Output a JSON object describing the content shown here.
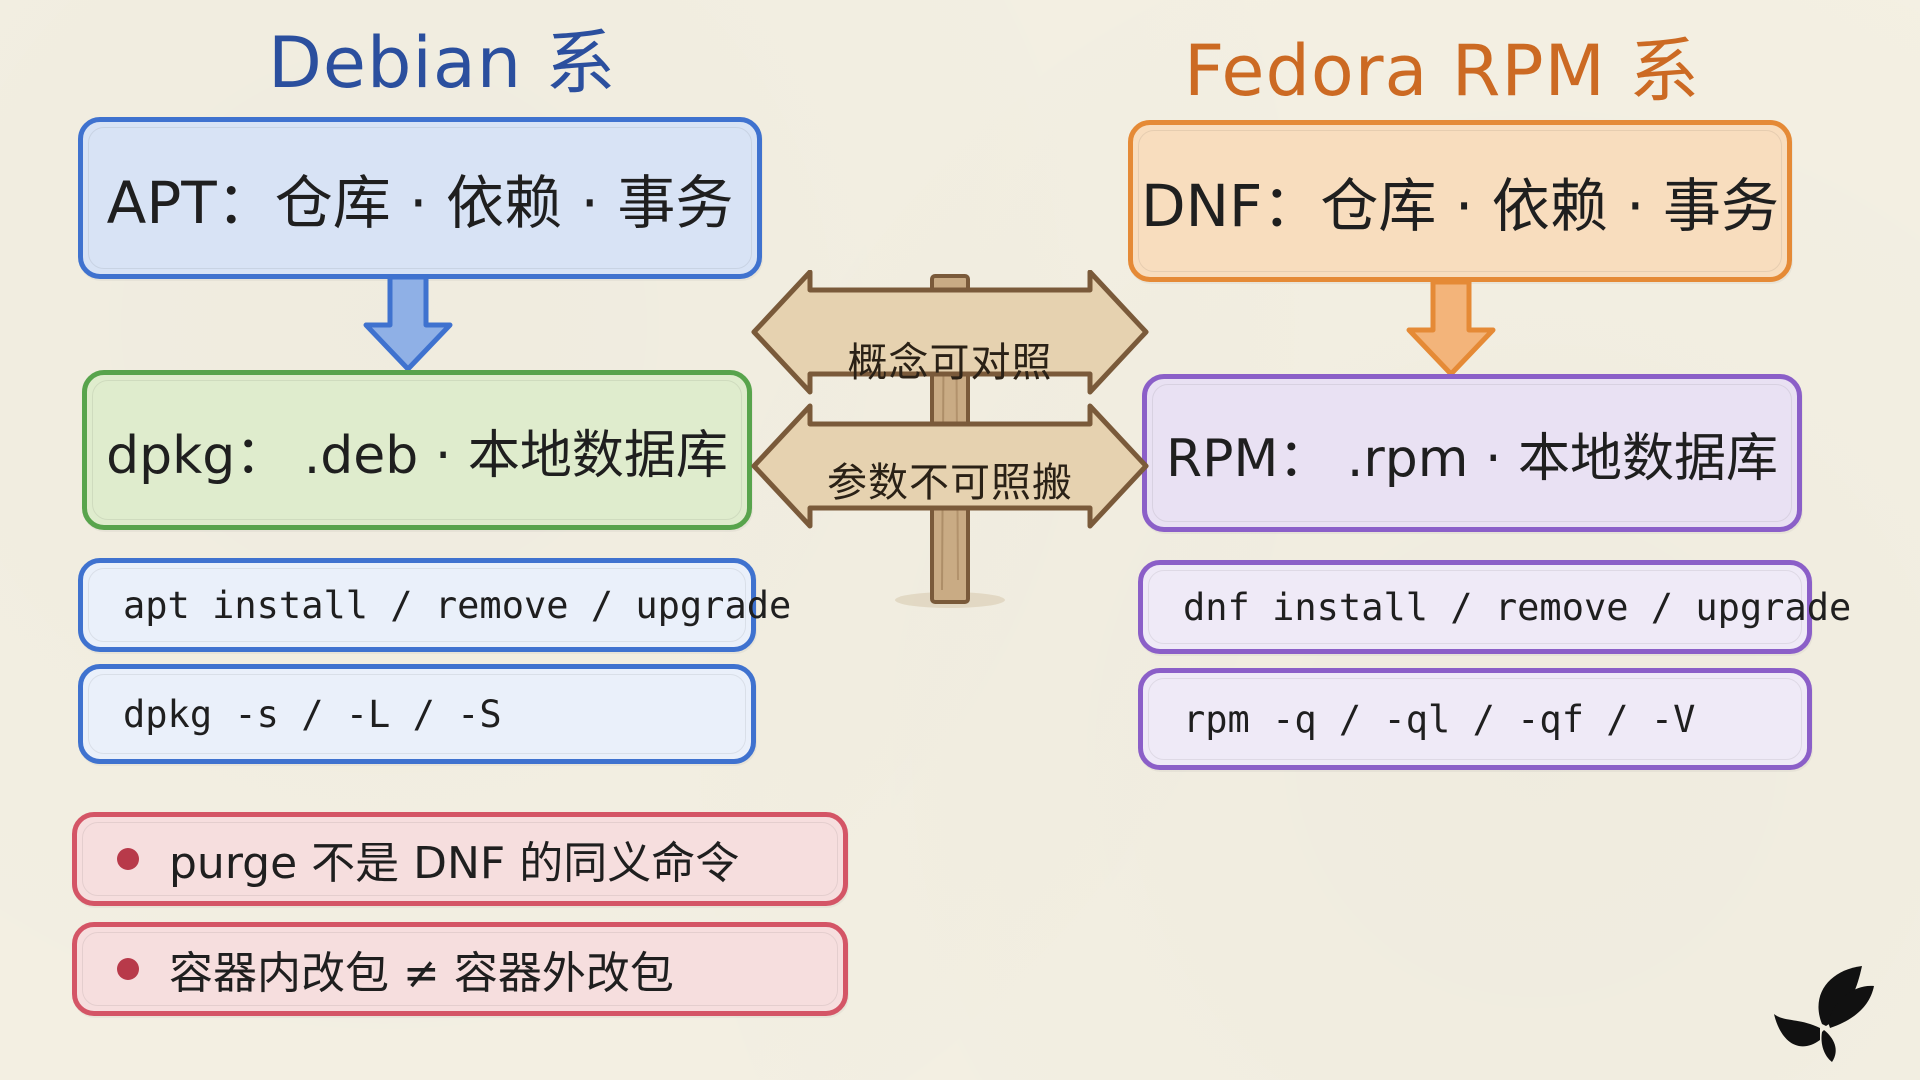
{
  "left": {
    "heading": "Debian 系",
    "top_box": "APT：仓库 · 依赖 · 事务",
    "mid_box": "dpkg： .deb · 本地数据库",
    "cmd1": "apt install / remove / upgrade",
    "cmd2": "dpkg -s  /  -L  /  -S"
  },
  "right": {
    "heading": "Fedora RPM 系",
    "top_box": "DNF：仓库 · 依赖 · 事务",
    "mid_box": "RPM： .rpm · 本地数据库",
    "cmd1": "dnf install / remove / upgrade",
    "cmd2": "rpm -q  /  -ql  /  -qf  /  -V"
  },
  "signpost": {
    "top": "概念可对照",
    "bottom": "参数不可照搬"
  },
  "notes": [
    "purge 不是 DNF 的同义命令",
    "容器内改包 ≠ 容器外改包"
  ],
  "colors": {
    "debian": "#2b4f9e",
    "fedora": "#cc6a23",
    "apt_border": "#3f72cf",
    "dpkg_border": "#58a44c",
    "dnf_border": "#e58a36",
    "rpm_border": "#8b5fc8",
    "note_border": "#d45566"
  },
  "icons": [
    "arrow-down-icon",
    "signpost-icon",
    "butterfly-icon",
    "bullet-dot-icon"
  ]
}
